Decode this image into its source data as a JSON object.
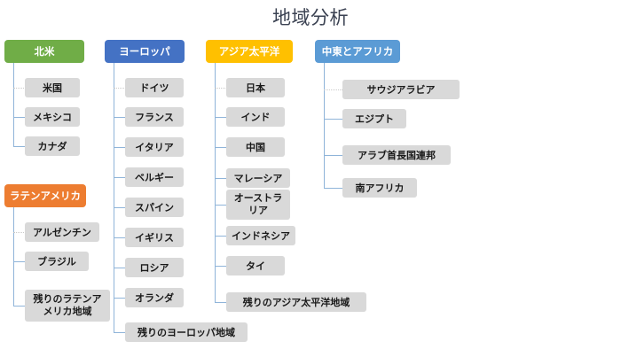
{
  "title": "地域分析",
  "colors": {
    "north_america": "#70AD47",
    "europe": "#4472C4",
    "asia_pacific": "#FFC000",
    "middle_east_africa": "#5B9BD5",
    "latin_america": "#ED7D31",
    "child_box": "#D9D9D9",
    "connector": "#8FB4D9",
    "title_text": "#3B4252"
  },
  "branches": [
    {
      "id": "north-america",
      "root": "北米",
      "children": [
        {
          "label": "米国"
        },
        {
          "label": "メキシコ"
        },
        {
          "label": "カナダ"
        }
      ]
    },
    {
      "id": "latin-america",
      "root": "ラテンアメリカ",
      "children": [
        {
          "label": "アルゼンチン"
        },
        {
          "label": "ブラジル"
        },
        {
          "label": "残りのラテンアメリカ地域"
        }
      ]
    },
    {
      "id": "europe",
      "root": "ヨーロッパ",
      "children": [
        {
          "label": "ドイツ"
        },
        {
          "label": "フランス"
        },
        {
          "label": "イタリア"
        },
        {
          "label": "ベルギー"
        },
        {
          "label": "スパイン"
        },
        {
          "label": "イギリス"
        },
        {
          "label": "ロシア"
        },
        {
          "label": "オランダ"
        },
        {
          "label": "残りのヨーロッパ地域"
        }
      ]
    },
    {
      "id": "asia-pacific",
      "root": "アジア太平洋",
      "children": [
        {
          "label": "日本"
        },
        {
          "label": "インド"
        },
        {
          "label": "中国"
        },
        {
          "label": "マレーシア"
        },
        {
          "label": "オーストラリア"
        },
        {
          "label": "インドネシア"
        },
        {
          "label": "タイ"
        },
        {
          "label": "残りのアジア太平洋地域"
        }
      ]
    },
    {
      "id": "middle-east-africa",
      "root": "中東とアフリカ",
      "children": [
        {
          "label": "サウジアラビア"
        },
        {
          "label": "エジプト"
        },
        {
          "label": "アラブ首長国連邦"
        },
        {
          "label": "南アフリカ"
        }
      ]
    }
  ]
}
